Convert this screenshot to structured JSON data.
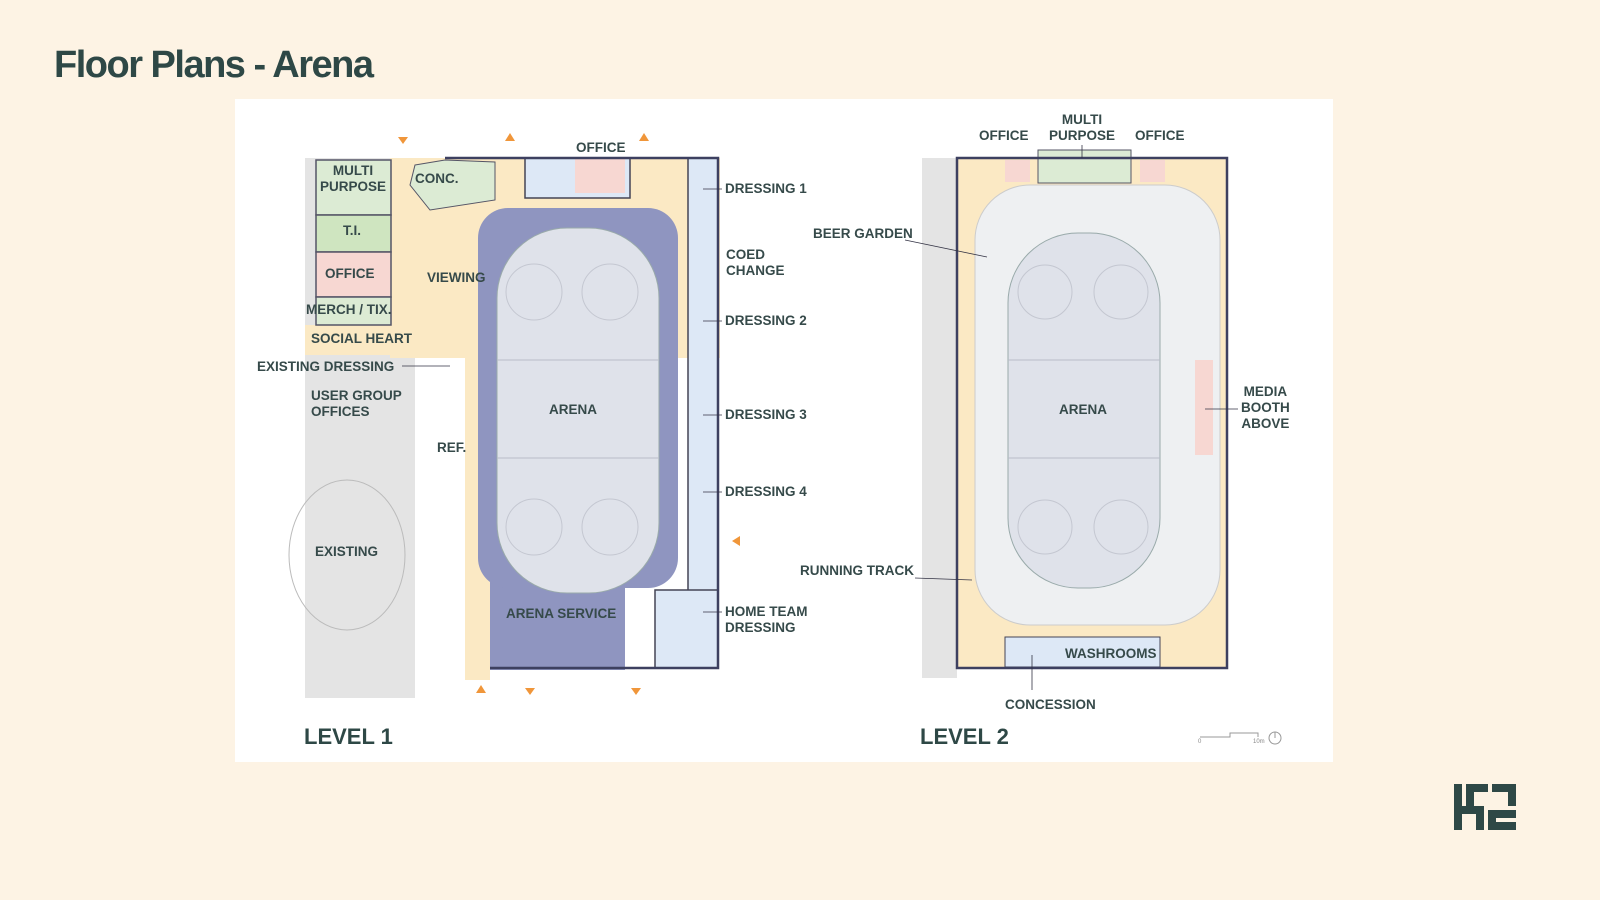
{
  "title": "Floor Plans - Arena",
  "level1": {
    "label": "LEVEL 1",
    "rooms": {
      "multi_purpose": "MULTI\nPURPOSE",
      "conc": "CONC.",
      "office_top": "OFFICE",
      "ti": "T.I.",
      "office": "OFFICE",
      "viewing": "VIEWING",
      "merch": "MERCH / TIX.",
      "social_heart": "SOCIAL HEART",
      "existing_dressing": "EXISTING DRESSING",
      "user_group": "USER GROUP\nOFFICES",
      "ref": "REF.",
      "arena": "ARENA",
      "existing": "EXISTING",
      "arena_service": "ARENA SERVICE",
      "dressing1": "DRESSING 1",
      "coed": "COED\nCHANGE",
      "dressing2": "DRESSING 2",
      "dressing3": "DRESSING 3",
      "dressing4": "DRESSING 4",
      "home_team": "HOME TEAM\nDRESSING"
    }
  },
  "level2": {
    "label": "LEVEL 2",
    "rooms": {
      "office_left": "OFFICE",
      "multi_purpose": "MULTI\nPURPOSE",
      "office_right": "OFFICE",
      "beer_garden": "BEER GARDEN",
      "arena": "ARENA",
      "media_booth": "MEDIA\nBOOTH\nABOVE",
      "running_track": "RUNNING TRACK",
      "washrooms": "WASHROOMS",
      "concession": "CONCESSION"
    }
  },
  "scale_bar": {
    "start": "0",
    "end": "10m"
  },
  "colors": {
    "background": "#fdf3e4",
    "title": "#2e4846",
    "corridor": "#fbe9c4",
    "dressing": "#dde8f6",
    "seating": "#8f95c0",
    "ice": "#dfe2ea",
    "office": "#f7d7d2",
    "multi": "#dcebd4",
    "accent": "#f0963a"
  }
}
